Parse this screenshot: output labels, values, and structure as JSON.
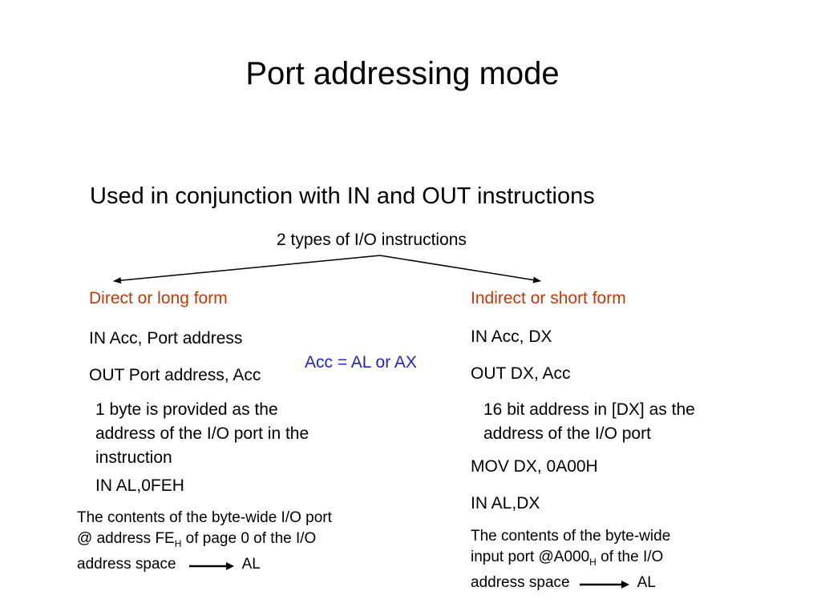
{
  "slide": {
    "title": "Port addressing mode",
    "subtitle": "Used in conjunction with IN and OUT instructions",
    "types_label": "2 types of I/O instructions",
    "acc_note": "Acc = AL or AX",
    "colors": {
      "heading_red": "#c0390b",
      "note_blue": "#1f25cc"
    },
    "direct": {
      "heading": "Direct or long form",
      "in_instruction": "IN Acc, Port address",
      "out_instruction": "OUT Port address, Acc",
      "description": "1 byte is provided as the address of the I/O port in the instruction",
      "example": "IN AL,0FEH",
      "note_line1": "The contents of the byte-wide I/O port",
      "note_line2_pre": "@ address FE",
      "note_line2_sub": "H",
      "note_line2_post": " of page 0 of the I/O",
      "note_line3_pre": "address space",
      "note_line3_post": "AL"
    },
    "indirect": {
      "heading": "Indirect or short form",
      "in_instruction": "IN Acc, DX",
      "out_instruction": "OUT DX, Acc",
      "description": "16 bit address in [DX] as the address of the I/O port",
      "example_mov": "MOV DX, 0A00H",
      "example_in": "IN AL,DX",
      "note_line1": "The contents of the byte-wide",
      "note_line2_pre": "input port @A000",
      "note_line2_sub": "H",
      "note_line2_post": " of the I/O",
      "note_line3_pre": "address space",
      "note_line3_post": "AL"
    }
  }
}
